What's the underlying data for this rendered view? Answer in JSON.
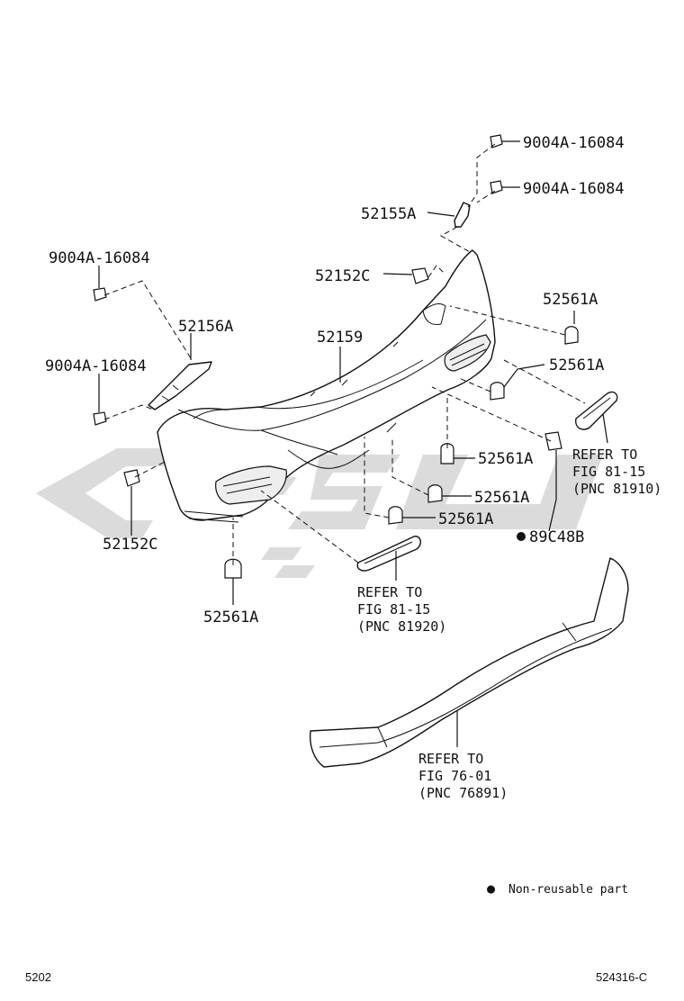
{
  "labels": {
    "clip_top_1": "9004A-16084",
    "clip_top_2": "9004A-16084",
    "retainer_upper": "52155A",
    "clip_left_top": "9004A-16084",
    "clip_left_mid": "9004A-16084",
    "retainer_left": "52156A",
    "bracket_top": "52152C",
    "bracket_left": "52152C",
    "bumper_cover": "52159",
    "clip_right_1": "52561A",
    "clip_right_2": "52561A",
    "clip_center_1": "52561A",
    "clip_center_2": "52561A",
    "clip_center_3": "52561A",
    "clip_bottom_left": "52561A",
    "nonreusable_part": "89C48B"
  },
  "references": {
    "right_reflector": [
      "REFER TO",
      "FIG 81-15",
      "(PNC 81910)"
    ],
    "left_reflector": [
      "REFER TO",
      "FIG 81-15",
      "(PNC 81920)"
    ],
    "lower_spoiler": [
      "REFER TO",
      "FIG 76-01",
      "(PNC 76891)"
    ]
  },
  "legend": {
    "symbol": "●",
    "text": "Non-reusable part"
  },
  "footer": {
    "page_code": "5202",
    "figure_code": "524316-C"
  }
}
